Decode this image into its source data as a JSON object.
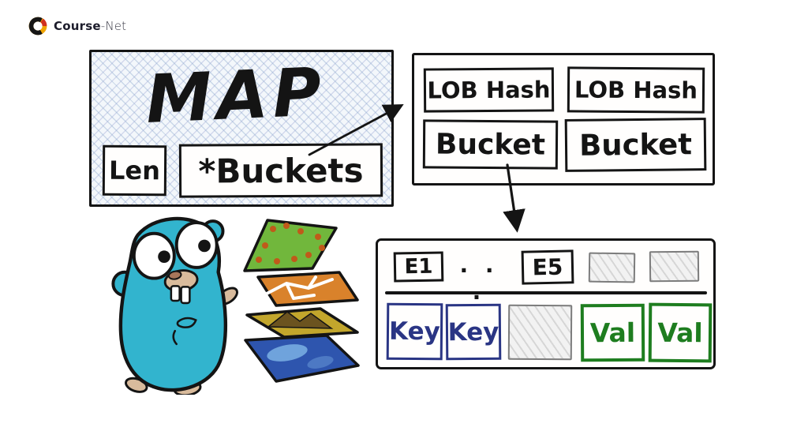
{
  "brand": {
    "name_bold": "Course",
    "name_light": "-Net"
  },
  "map_box": {
    "title": "MAP",
    "len_label": "Len",
    "buckets_label": "*Buckets"
  },
  "buckets_overview": {
    "columns": [
      {
        "hash": "LOB Hash",
        "bucket": "Bucket"
      },
      {
        "hash": "LOB Hash",
        "bucket": "Bucket"
      }
    ]
  },
  "bucket_detail": {
    "entry_first": "E1",
    "entry_dots": ". . .",
    "entry_last": "E5",
    "empty_top_slots": 2,
    "keys": [
      "Key",
      "Key"
    ],
    "vals": [
      "Val",
      "Val"
    ],
    "empty_middle_slots": 1
  },
  "illustrations": {
    "gopher": "go-gopher-mascot",
    "layers": [
      "terrain-dots-layer",
      "roads-layer",
      "elevation-layer",
      "water-layer"
    ]
  },
  "colors": {
    "ink": "#141414",
    "key_blue": "#2a3584",
    "val_green": "#1e7d1f",
    "slot_gray": "#7c7c7c",
    "crosshatch_blue": "#c7d6e6",
    "gopher_teal": "#32b4ce",
    "snout_tan": "#d9bb9c",
    "layer_green": "#71b73c",
    "layer_orange": "#d9822b",
    "layer_olive": "#c2a62c",
    "layer_blue": "#2e55ae",
    "logo_yellow": "#f0a400",
    "logo_red": "#d03020"
  }
}
